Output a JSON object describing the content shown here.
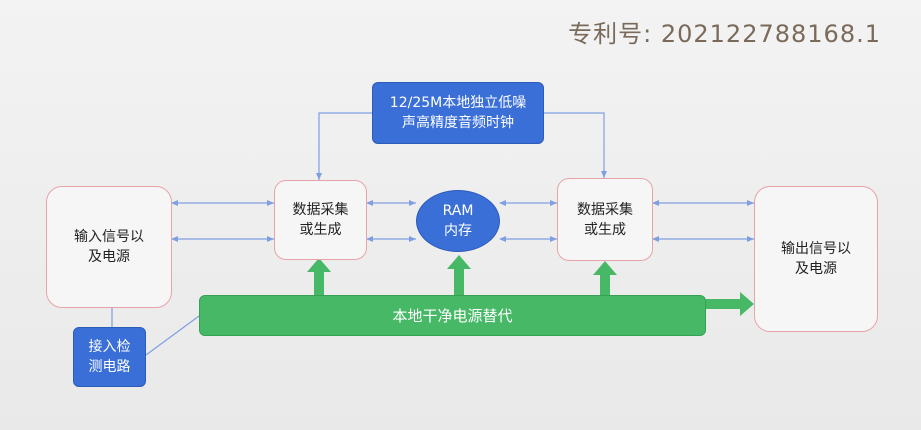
{
  "patent_number": "专利号: 202122788168.1",
  "nodes": {
    "clock": "12/25M本地独立低噪\n声高精度音频时钟",
    "input": "输入信号以\n及电源",
    "detect": "接入检\n测电路",
    "acq_left": "数据采集\n或生成",
    "ram": "RAM\n内存",
    "acq_right": "数据采集\n或生成",
    "output": "输出信号以\n及电源",
    "power": "本地干净电源替代"
  },
  "colors": {
    "blue_box": "#3a6fd8",
    "green_box": "#46b866",
    "pink_border": "#e8a3a8",
    "wire": "#7f9fe0"
  }
}
